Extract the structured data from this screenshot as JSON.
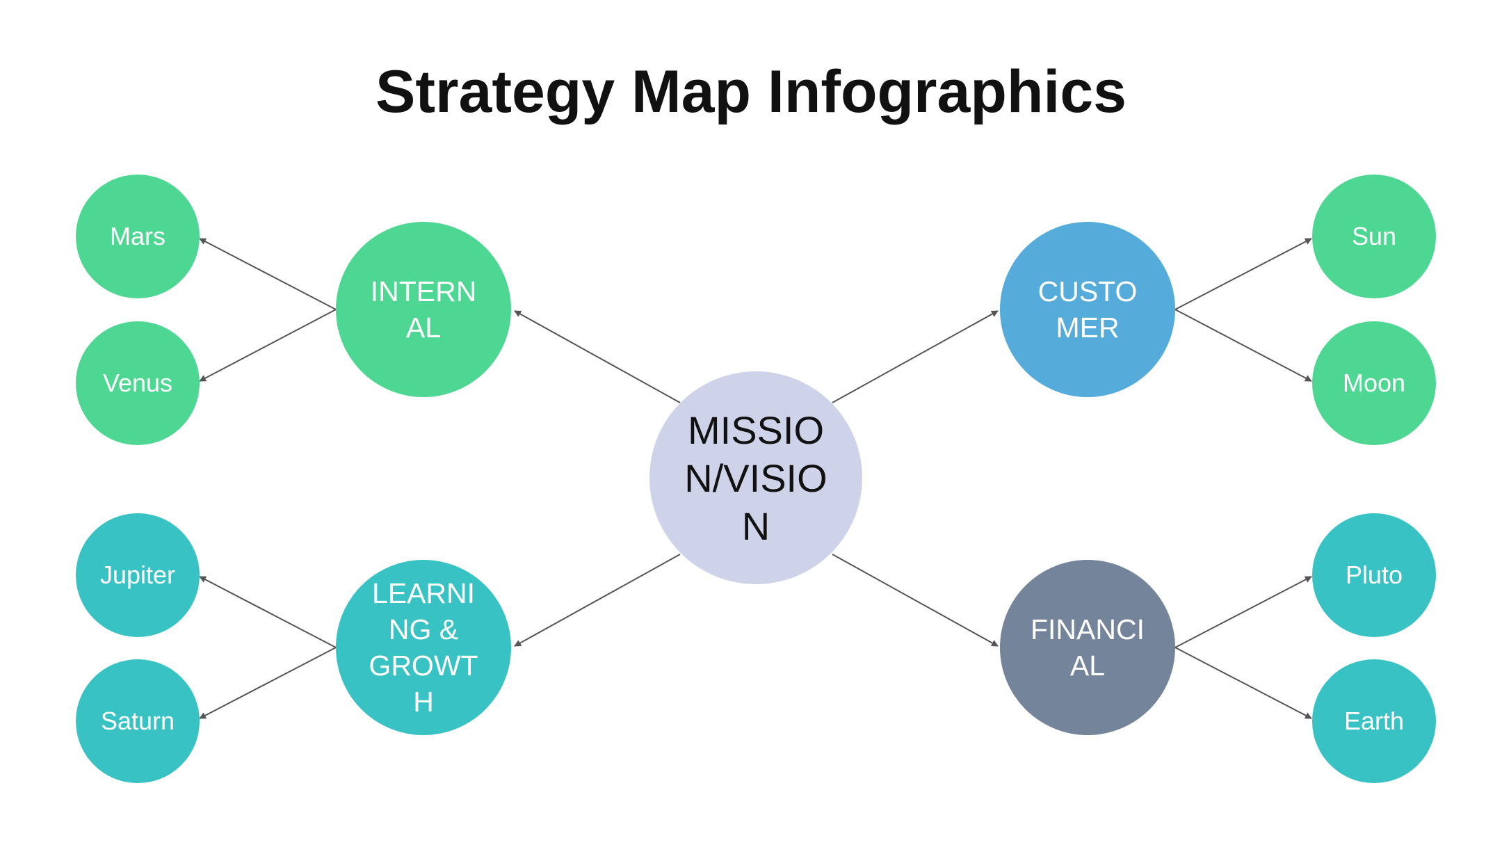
{
  "title": "Strategy Map Infographics",
  "colors": {
    "green": "#4dd792",
    "teal": "#38c2c4",
    "blue": "#55acdb",
    "slate": "#74849b",
    "lavender": "#cfd3ea",
    "arrow": "#555555"
  },
  "center": {
    "label": "MISSIO\nN/VISIO\nN"
  },
  "perspectives": [
    {
      "id": "internal",
      "label": "INTERN\nAL",
      "color": "green"
    },
    {
      "id": "customer",
      "label": "CUSTO\nMER",
      "color": "blue"
    },
    {
      "id": "learning",
      "label": "LEARNI\nNG &\nGROWT\nH",
      "color": "teal"
    },
    {
      "id": "financial",
      "label": "FINANCI\nAL",
      "color": "slate"
    }
  ],
  "leaves": [
    {
      "id": "mars",
      "label": "Mars",
      "parent": "internal",
      "color": "green"
    },
    {
      "id": "venus",
      "label": "Venus",
      "parent": "internal",
      "color": "green"
    },
    {
      "id": "sun",
      "label": "Sun",
      "parent": "customer",
      "color": "green"
    },
    {
      "id": "moon",
      "label": "Moon",
      "parent": "customer",
      "color": "green"
    },
    {
      "id": "jupiter",
      "label": "Jupiter",
      "parent": "learning",
      "color": "teal"
    },
    {
      "id": "saturn",
      "label": "Saturn",
      "parent": "learning",
      "color": "teal"
    },
    {
      "id": "pluto",
      "label": "Pluto",
      "parent": "financial",
      "color": "teal"
    },
    {
      "id": "earth",
      "label": "Earth",
      "parent": "financial",
      "color": "teal"
    }
  ]
}
